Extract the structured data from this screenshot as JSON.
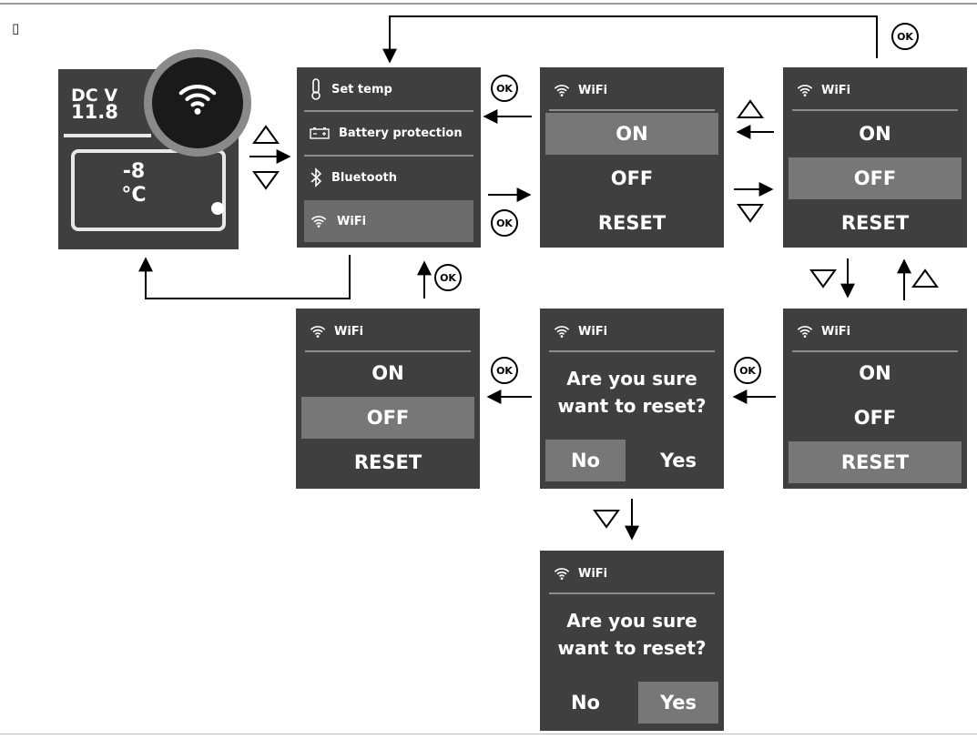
{
  "screens": {
    "home": {
      "voltage_label": "DC V",
      "voltage_value": "11.8",
      "temp_value": "-8",
      "temp_unit": "°C"
    },
    "menu": {
      "items": [
        "Set temp",
        "Battery protection",
        "Bluetooth",
        "WiFi"
      ]
    },
    "wifi_header": "WiFi",
    "options": [
      "ON",
      "OFF",
      "RESET"
    ],
    "confirm_question": [
      "Are you sure",
      "want to reset?"
    ],
    "confirm_no": "No",
    "confirm_yes": "Yes"
  },
  "button_label": "OK",
  "colors": {
    "screen_bg": "#3f3f3f",
    "highlight": "#777777",
    "text": "#ffffff"
  },
  "icons": [
    "wifi-icon",
    "thermometer-icon",
    "battery-icon",
    "bluetooth-icon",
    "up-triangle-icon",
    "down-triangle-icon"
  ]
}
